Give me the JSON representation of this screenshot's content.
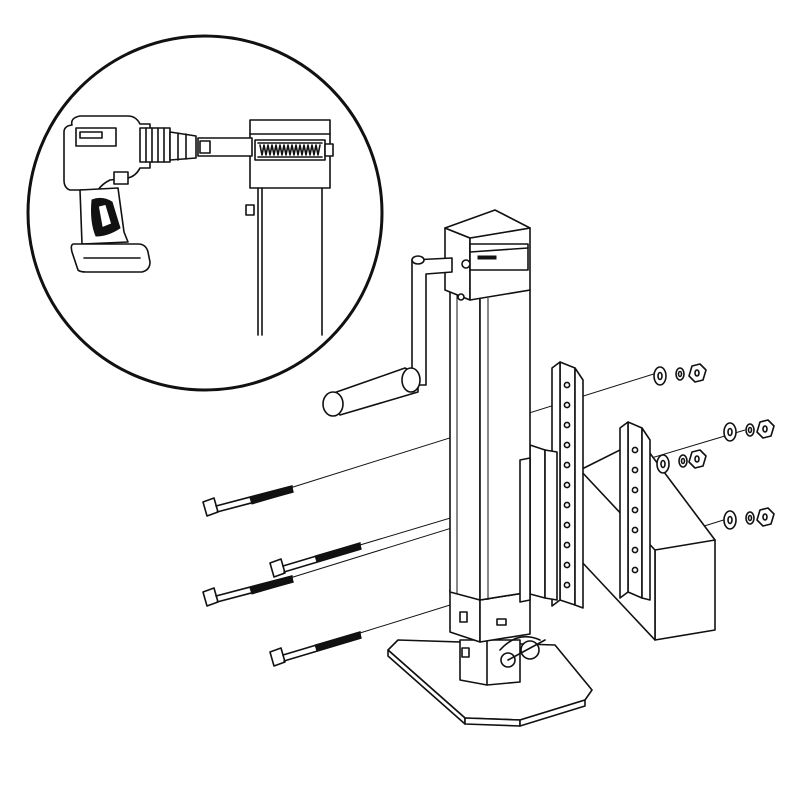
{
  "figure": {
    "background": "#ffffff",
    "line_color": "#111111",
    "drill_brand_text": "",
    "parts": {
      "inset": "drill-driving-jack-inset",
      "jack": "trailer-jack",
      "bolts": 4,
      "washer_sets": 4,
      "mounting_brackets": 2
    }
  }
}
